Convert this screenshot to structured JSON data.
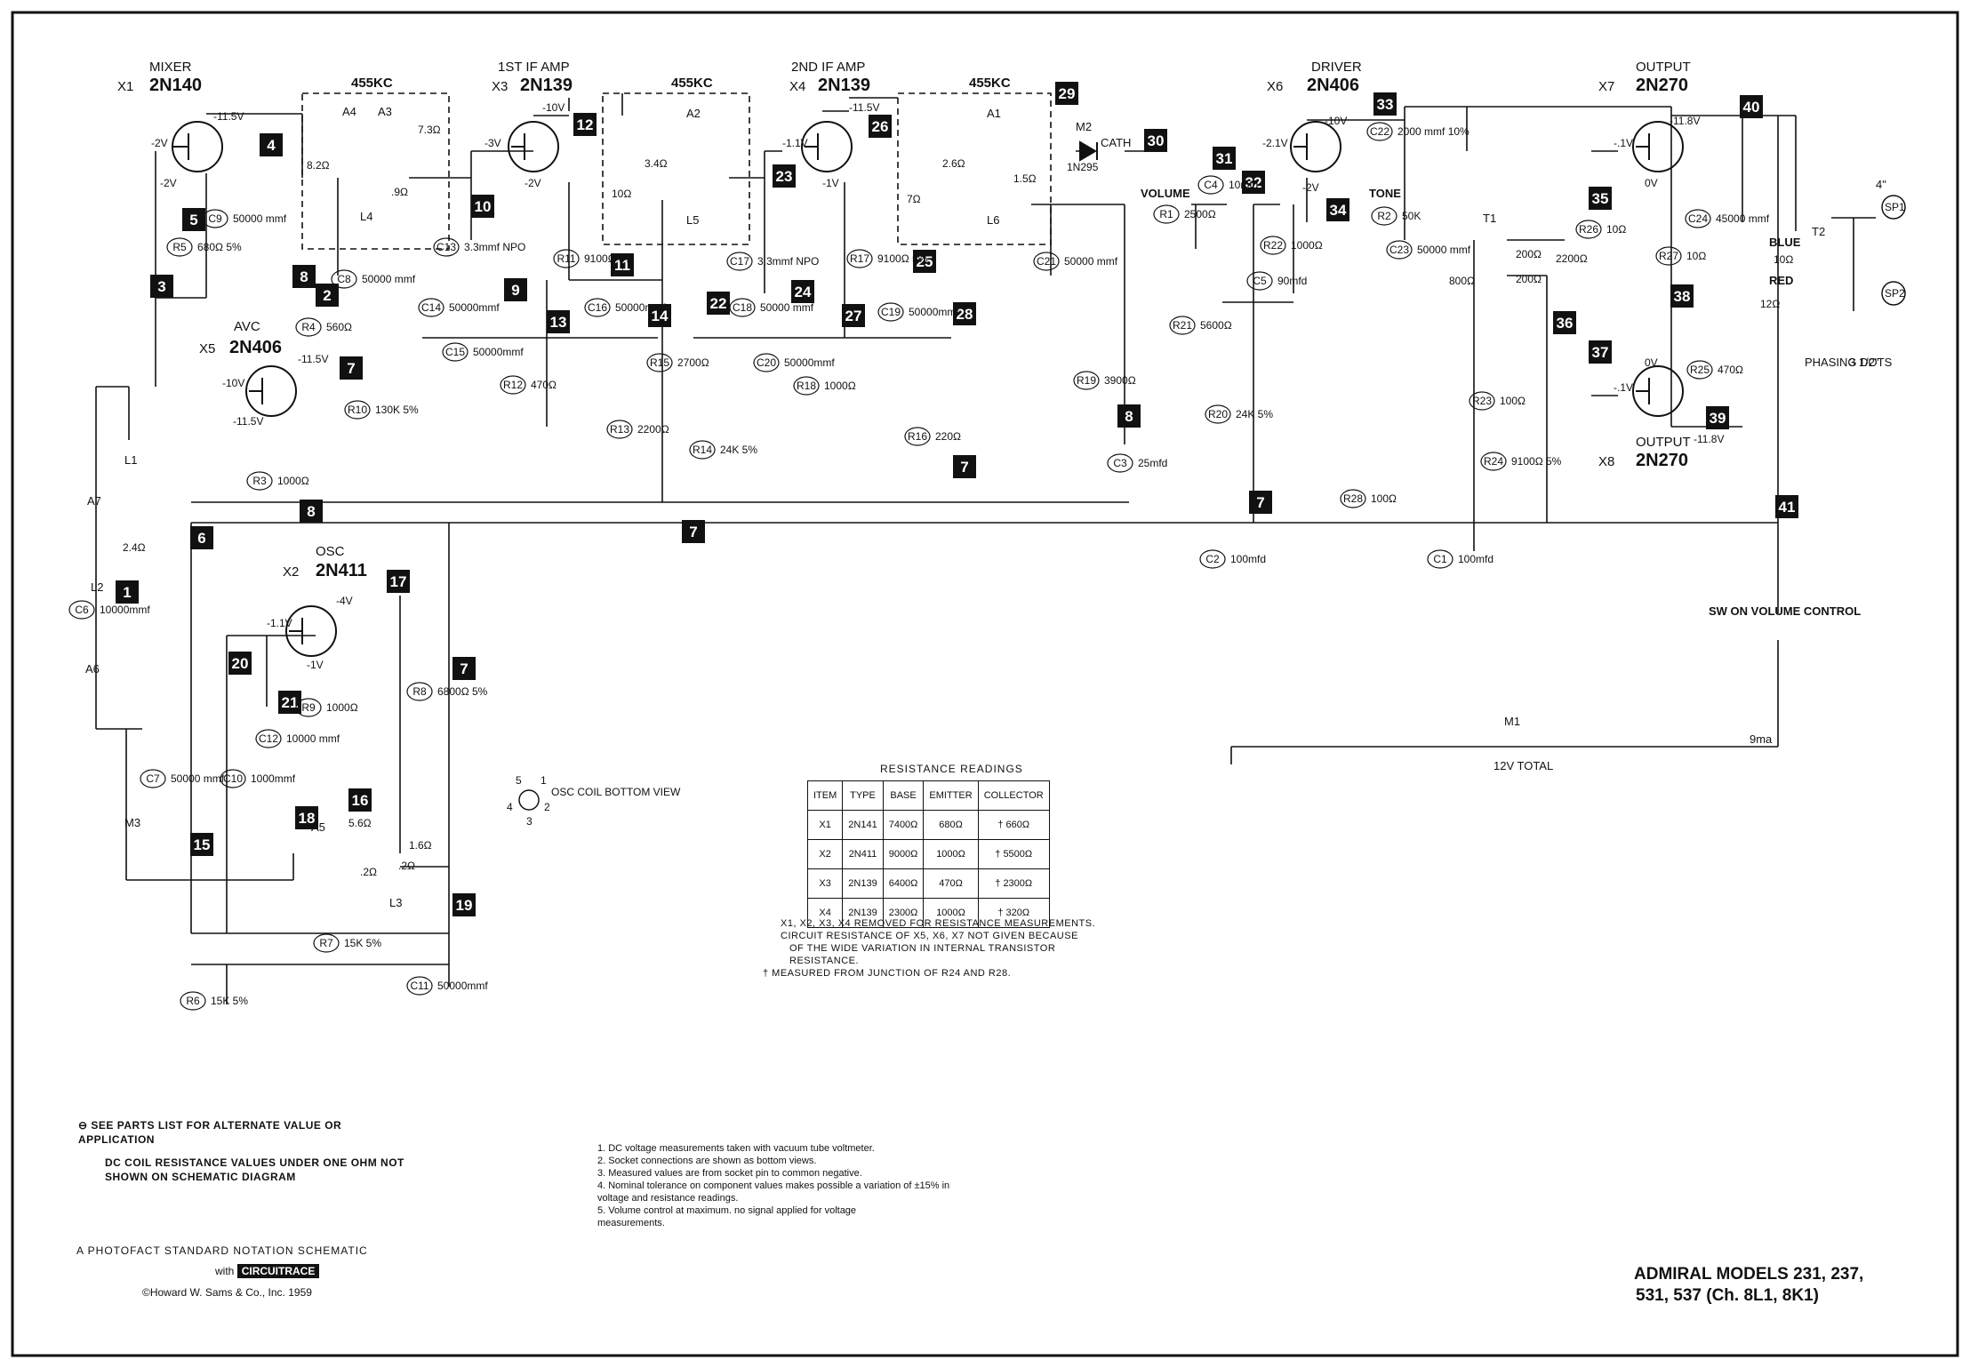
{
  "transistors": [
    {
      "id": "X1",
      "function": "MIXER",
      "type": "2N140",
      "v_c": "-11.5V",
      "v_b": "-2V",
      "v_e": "-2V",
      "alt": false
    },
    {
      "id": "X3",
      "function": "1ST IF AMP",
      "type": "2N139",
      "v_c": "-10V",
      "v_b": "-3V",
      "v_e": "-2V",
      "alt": false
    },
    {
      "id": "X4",
      "function": "2ND IF AMP",
      "type": "2N139",
      "v_c": "-11.5V",
      "v_b": "-1.1V",
      "v_e": "-1V",
      "alt": false
    },
    {
      "id": "X6",
      "function": "DRIVER",
      "type": "2N406",
      "v_c": "-10V",
      "v_b": "-2.1V",
      "v_e": "-2V",
      "alt": true
    },
    {
      "id": "X7",
      "function": "OUTPUT",
      "type": "2N270",
      "v_c": "-11.8V",
      "v_b": "-.1V",
      "v_e": "0V",
      "alt": true
    },
    {
      "id": "X8",
      "function": "OUTPUT",
      "type": "2N270",
      "v_c": "-11.8V",
      "v_b": "-.1V",
      "v_e": "0V",
      "alt": true
    },
    {
      "id": "X5",
      "function": "AVC",
      "type": "2N406",
      "v_c": "-11.5V",
      "v_b": "-10V",
      "v_e": "-11.5V",
      "alt": true
    },
    {
      "id": "X2",
      "function": "OSC",
      "type": "2N411",
      "v_c": "-4V",
      "v_b": "-1.1V",
      "v_e": "-1V",
      "alt": true
    }
  ],
  "if_cans": [
    {
      "freq": "455KC",
      "parts": [
        "A4",
        "A3"
      ],
      "coil": "L4",
      "values": [
        "8.2Ω",
        "7.3Ω",
        ".9Ω"
      ]
    },
    {
      "freq": "455KC",
      "parts": [
        "A2"
      ],
      "coil": "L5",
      "values": [
        "3.4Ω",
        "10Ω"
      ]
    },
    {
      "freq": "455KC",
      "parts": [
        "A1"
      ],
      "coil": "L6",
      "values": [
        "2.6Ω",
        "7Ω",
        "1.5Ω"
      ]
    }
  ],
  "test_points": [
    "1",
    "2",
    "3",
    "4",
    "5",
    "6",
    "7",
    "8",
    "9",
    "10",
    "11",
    "12",
    "13",
    "14",
    "15",
    "16",
    "17",
    "18",
    "19",
    "20",
    "21",
    "22",
    "23",
    "24",
    "25",
    "26",
    "27",
    "28",
    "29",
    "30",
    "31",
    "32",
    "33",
    "34",
    "35",
    "36",
    "37",
    "38",
    "39",
    "40",
    "41"
  ],
  "components": {
    "R1": "2500Ω",
    "R2": "50K",
    "R3": "1000Ω",
    "R4": "560Ω",
    "R5": "680Ω 5%",
    "R6": "15K 5%",
    "R7": "15K 5%",
    "R8": "6800Ω 5%",
    "R9": "1000Ω",
    "R10": "130K 5%",
    "R11": "9100Ω 5%",
    "R12": "470Ω",
    "R13": "2200Ω",
    "R14": "24K 5%",
    "R15": "2700Ω",
    "R16": "220Ω",
    "R17": "9100Ω 5%",
    "R18": "1000Ω",
    "R19": "3900Ω",
    "R20": "24K 5%",
    "R21": "5600Ω",
    "R22": "1000Ω",
    "R23": "100Ω",
    "R24": "9100Ω 5%",
    "R25": "470Ω",
    "R26": "10Ω",
    "R27": "10Ω",
    "R28": "100Ω",
    "C1": "100mfd",
    "C2": "100mfd",
    "C3": "25mfd",
    "C4": "10mfd",
    "C5": "90mfd",
    "C6": "10000mmf",
    "C7": "50000 mmf",
    "C8": "50000 mmf",
    "C9": "50000 mmf",
    "C10": "1000mmf",
    "C11": "50000mmf",
    "C12": "10000 mmf",
    "C13": "3.3mmf NPO",
    "C14": "50000mmf",
    "C15": "50000mmf",
    "C16": "50000mmf",
    "C17": "3.3mmf NPO",
    "C18": "50000 mmf",
    "C19": "50000mmf",
    "C20": "50000mmf",
    "C21": "50000 mmf",
    "C22": "2000 mmf 10%",
    "C23": "50000 mmf",
    "C24": "45000 mmf"
  },
  "misc_labels": {
    "diode": "1N295",
    "diode_id": "M2",
    "cath": "CATH",
    "volume": "VOLUME",
    "tone": "TONE",
    "t1": "T1",
    "t1_vals": [
      "200Ω",
      "200Ω",
      "2200Ω",
      "800Ω"
    ],
    "t2": "T2",
    "blue": "BLUE",
    "red": "RED",
    "t2_vals": [
      "10Ω",
      "12Ω"
    ],
    "sp1": "SP1",
    "sp2": "SP2",
    "speaker_size_top": "4\"",
    "speaker_size_bot": "3 1/2\"",
    "phasing": "PHASING DOTS",
    "l1": "L1",
    "l2": "L2",
    "l3": "L3",
    "l2_val": "2.4Ω",
    "a5": "A5",
    "a6": "A6",
    "a7": "A7",
    "m3": "M3",
    "m1": "M1",
    "battery": "12V TOTAL",
    "current": "9ma",
    "switch": "SW ON VOLUME CONTROL",
    "osc_vals": [
      "5.6Ω",
      "1.6Ω",
      ".2Ω",
      ".2Ω"
    ],
    "osc_coil": "OSC COIL BOTTOM VIEW",
    "osc_pins": [
      "1",
      "2",
      "3",
      "4",
      "5"
    ]
  },
  "resistance_table": {
    "caption": "RESISTANCE READINGS",
    "headers": [
      "ITEM",
      "TYPE",
      "BASE",
      "EMITTER",
      "COLLECTOR"
    ],
    "rows": [
      [
        "X1",
        "2N141",
        "7400Ω",
        "680Ω",
        "† 660Ω"
      ],
      [
        "X2",
        "2N411",
        "9000Ω",
        "1000Ω",
        "† 5500Ω"
      ],
      [
        "X3",
        "2N139",
        "6400Ω",
        "470Ω",
        "† 2300Ω"
      ],
      [
        "X4",
        "2N139",
        "2300Ω",
        "1000Ω",
        "† 320Ω"
      ]
    ],
    "notes": [
      "X1, X2, X3, X4 REMOVED FOR RESISTANCE MEASUREMENTS.",
      "CIRCUIT RESISTANCE OF X5, X6, X7 NOT GIVEN BECAUSE",
      "OF THE WIDE VARIATION IN INTERNAL TRANSISTOR",
      "RESISTANCE.",
      "† MEASURED FROM JUNCTION OF R24 AND R28."
    ]
  },
  "legend": {
    "alt_note": "⊖ SEE PARTS LIST FOR ALTERNATE VALUE OR APPLICATION",
    "coil_note": "DC COIL RESISTANCE VALUES UNDER ONE OHM NOT SHOWN ON SCHEMATIC DIAGRAM"
  },
  "footnotes": [
    "1. DC voltage measurements taken with vacuum tube voltmeter.",
    "2. Socket connections are shown as bottom views.",
    "3. Measured values are from socket pin to common negative.",
    "4. Nominal tolerance on component values makes possible a variation of ±15% in voltage and resistance readings.",
    "5. Volume control at maximum. no signal applied for voltage measurements."
  ],
  "publisher": {
    "line1": "A PHOTOFACT STANDARD NOTATION SCHEMATIC",
    "with": "with",
    "badge": "CIRCUITRACE",
    "copyright": "©Howard W. Sams & Co., Inc. 1959"
  },
  "title": {
    "line1": "ADMIRAL MODELS 231, 237,",
    "line2": "531, 537 (Ch. 8L1, 8K1)"
  }
}
